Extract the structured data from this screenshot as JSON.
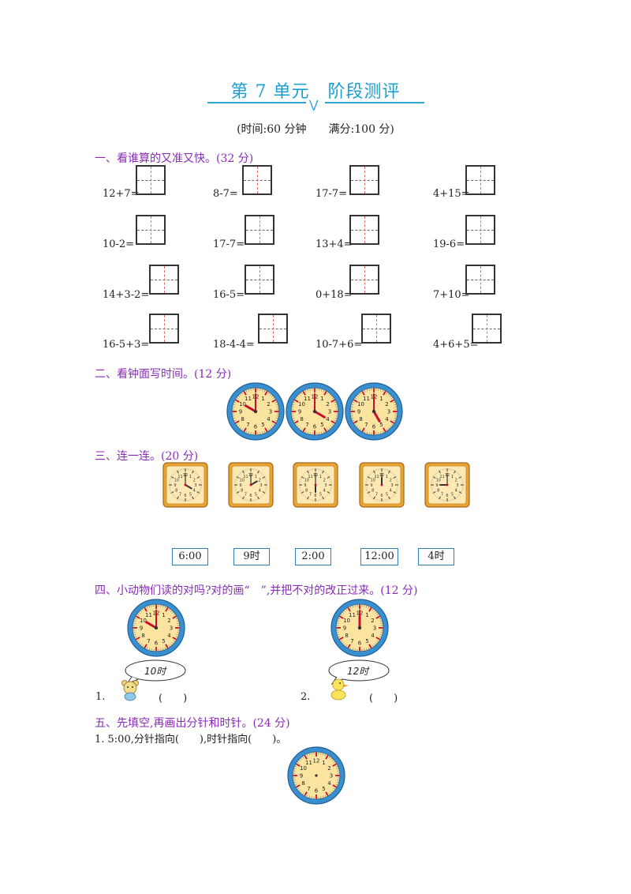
{
  "title": "第 7 单元　阶段测评",
  "subtitle": "(时间:60 分钟　　满分:100 分)",
  "sections": {
    "s1": "一、看谁算的又准又快。(32 分)",
    "s2": "二、看钟面写时间。(12 分)",
    "s3": "三、连一连。(20 分)",
    "s4": "四、小动物们读的对吗?对的画“　”,并把不对的改正过来。(12 分)",
    "s5": "五、先填空,再画出分针和时针。(24 分)"
  },
  "arithmetic": [
    "12+7=",
    "8-7=",
    "17-7=",
    "4+15=",
    "10-2=",
    "17-7=",
    "13+4=",
    "19-6=",
    "14+3-2=",
    "16-5=",
    "0+18=",
    "7+10=",
    "16-5+3=",
    "18-4-4=",
    "10-7+6=",
    "4+6+5="
  ],
  "connect_times": [
    "6:00",
    "9时",
    "2:00",
    "12:00",
    "4时"
  ],
  "q4": {
    "item1_label": "1.",
    "item1_bubble": "10时",
    "item1_paren": "(　　)",
    "item2_label": "2.",
    "item2_bubble": "12时",
    "item2_paren": "(　　)"
  },
  "q5": {
    "prompt": "1. 5:00,分针指向(　　),时针指向(　　)。"
  },
  "clock_faces": {
    "round_clocks_s2": [
      "10时",
      "4时",
      "5时"
    ],
    "square_clocks_s3": [
      "4时",
      "2:00",
      "6:00",
      "12:00",
      "9时"
    ],
    "q4_clocks": [
      "10时",
      "12时"
    ]
  },
  "colors": {
    "title": "#1a9fd0",
    "heading": "#8a2ab8",
    "clock_rim": "#3a8fd0",
    "clock_face": "#fbe3a0",
    "square_clock_frame": "#e7a534"
  }
}
